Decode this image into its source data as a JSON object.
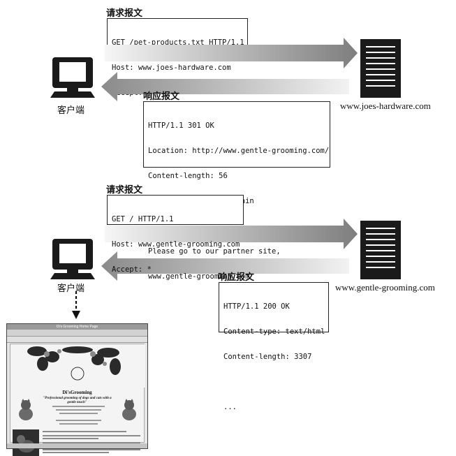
{
  "exchange1": {
    "request_title": "请求报文",
    "request_lines": [
      "GET /pet-products.txt HTTP/1.1",
      "Host: www.joes-hardware.com",
      "Accept: *"
    ],
    "response_title": "响应报文",
    "response_lines": [
      "HTTP/1.1 301 OK",
      "Location: http://www.gentle-grooming.com/",
      "Content-length: 56",
      "Content-type: text/plain",
      "",
      "Please go to our partner site,",
      "www.gentle-grooming.com"
    ],
    "client_label": "客户端",
    "server_host": "www.joes-hardware.com"
  },
  "exchange2": {
    "request_title": "请求报文",
    "request_lines": [
      "GET / HTTP/1.1",
      "Host: www.gentle-grooming.com",
      "Accept: *"
    ],
    "response_title": "响应报文",
    "response_lines": [
      "HTTP/1.1 200 OK",
      "Content-type: text/html",
      "Content-length: 3307",
      "",
      "..."
    ],
    "client_label": "客户端",
    "server_host": "www.gentle-grooming.com"
  },
  "browser": {
    "window_title": "Di's Grooming Home Page",
    "site_name": "Di'sGrooming",
    "tagline": "\"Professional grooming of dogs and cats with a gentle touch\""
  }
}
